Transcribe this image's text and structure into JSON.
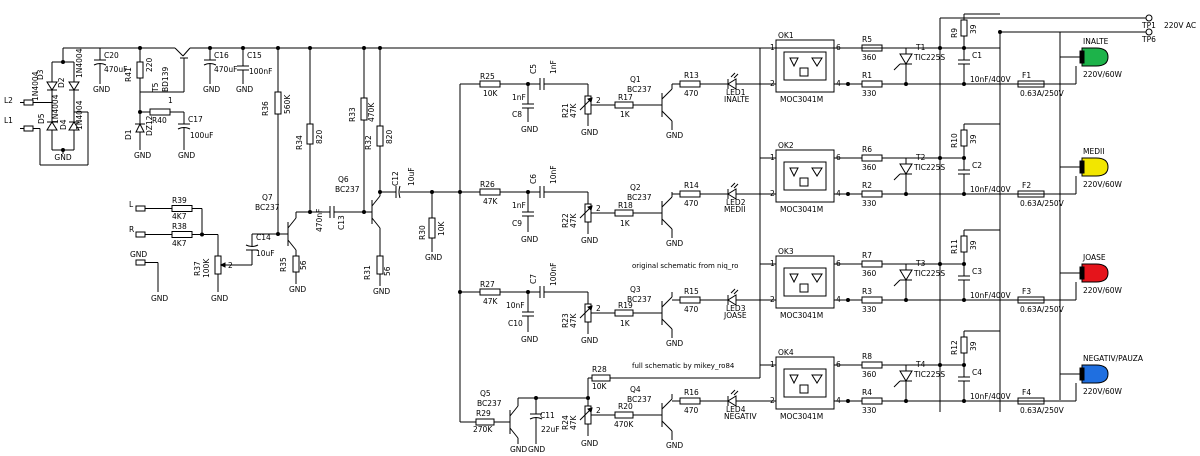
{
  "notes": {
    "n1": "original schematic from niq_ro",
    "n2": "full schematic by mikey_ro84"
  },
  "power": {
    "rail": "220V AC",
    "tp1": "TP1",
    "tp6": "TP6",
    "l1": "L1",
    "l2": "L2",
    "l": "L",
    "r": "R",
    "gnd": "GND"
  },
  "psu": {
    "d3": "D3",
    "d3v": "1N4004",
    "d2": "D2",
    "d2v": "1N4004",
    "d5": "D5",
    "d5v": "1N4004",
    "d4": "D4",
    "d4v": "1N4004",
    "c20": "C20",
    "c20v": "470uF",
    "r41": "R41",
    "r41v": "220",
    "t5": "T5",
    "t5v": "BD139",
    "d1": "D1",
    "d1v": "DZ12",
    "r40": "R40",
    "r40v": "1",
    "c16": "C16",
    "c16v": "470uF",
    "c15": "C15",
    "c15v": "100nF",
    "c17": "C17",
    "c17v": "100uF"
  },
  "input": {
    "r39": "R39",
    "r39v": "4K7",
    "r38": "R38",
    "r38v": "4K7",
    "r37": "R37",
    "r37v": "100K",
    "c14": "C14",
    "c14v": "10uF",
    "r36": "R36",
    "r36v": "560K",
    "q7": "Q7",
    "q7v": "BC237",
    "r35": "R35",
    "r35v": "56",
    "r34": "R34",
    "r34v": "820",
    "c13": "C13",
    "c13v": "470nF",
    "q6": "Q6",
    "q6v": "BC237",
    "r33": "R33",
    "r33v": "470K",
    "r32": "R32",
    "r32v": "820",
    "r31": "R31",
    "r31v": "56",
    "c12": "C12",
    "c12v": "10uF",
    "r30": "R30",
    "r30v": "10K"
  },
  "filters": {
    "r25": "R25",
    "r25v": "10K",
    "c5": "C5",
    "c5v": "1nF",
    "c8": "C8",
    "c8v": "1nF",
    "r21": "R21",
    "r21v": "47K",
    "r17": "R17",
    "r17v": "1K",
    "q1": "Q1",
    "q1v": "BC237",
    "r26": "R26",
    "r26v": "47K",
    "c6": "C6",
    "c6v": "10nF",
    "c9": "C9",
    "c9v": "1nF",
    "r22": "R22",
    "r22v": "47K",
    "r18": "R18",
    "r18v": "1K",
    "q2": "Q2",
    "q2v": "BC237",
    "r27": "R27",
    "r27v": "47K",
    "c7": "C7",
    "c7v": "100nF",
    "c10": "C10",
    "c10v": "10nF",
    "r23": "R23",
    "r23v": "47K",
    "r19": "R19",
    "r19v": "1K",
    "q3": "Q3",
    "q3v": "BC237",
    "q5": "Q5",
    "q5v": "BC237",
    "r29": "R29",
    "r29v": "270K",
    "c11": "C11",
    "c11v": "22uF",
    "r28": "R28",
    "r28v": "10K",
    "r24": "R24",
    "r24v": "47K",
    "r20": "R20",
    "r20v": "470K",
    "q4": "Q4",
    "q4v": "BC237"
  },
  "channels": [
    {
      "r_led": "R13",
      "r_led_v": "470",
      "led": "LED1",
      "led_name": "INALTE",
      "ok": "OK1",
      "ok_v": "MOC3041M",
      "r_a": "R5",
      "r_a_v": "360",
      "r_b": "R1",
      "r_b_v": "330",
      "triac": "T1",
      "triac_v": "TIC225S",
      "r_c": "R9",
      "r_c_v": "39",
      "cap": "C1",
      "cap_v": "10nF/400V",
      "fuse": "F1",
      "fuse_v": "0.63A/250V",
      "lamp_name": "INALTE",
      "lamp_v": "220V/60W",
      "lamp_color": "#1db34a"
    },
    {
      "r_led": "R14",
      "r_led_v": "470",
      "led": "LED2",
      "led_name": "MEDII",
      "ok": "OK2",
      "ok_v": "MOC3041M",
      "r_a": "R6",
      "r_a_v": "360",
      "r_b": "R2",
      "r_b_v": "330",
      "triac": "T2",
      "triac_v": "TIC225S",
      "r_c": "R10",
      "r_c_v": "39",
      "cap": "C2",
      "cap_v": "10nF/400V",
      "fuse": "F2",
      "fuse_v": "0.63A/250V",
      "lamp_name": "MEDII",
      "lamp_v": "220V/60W",
      "lamp_color": "#f2e600"
    },
    {
      "r_led": "R15",
      "r_led_v": "470",
      "led": "LED3",
      "led_name": "JOASE",
      "ok": "OK3",
      "ok_v": "MOC3041M",
      "r_a": "R7",
      "r_a_v": "360",
      "r_b": "R3",
      "r_b_v": "330",
      "triac": "T3",
      "triac_v": "TIC225S",
      "r_c": "R11",
      "r_c_v": "39",
      "cap": "C3",
      "cap_v": "10nF/400V",
      "fuse": "F3",
      "fuse_v": "0.63A/250V",
      "lamp_name": "JOASE",
      "lamp_v": "220V/60W",
      "lamp_color": "#e5141b"
    },
    {
      "r_led": "R16",
      "r_led_v": "470",
      "led": "LED4",
      "led_name": "NEGATIV",
      "ok": "OK4",
      "ok_v": "MOC3041M",
      "r_a": "R8",
      "r_a_v": "360",
      "r_b": "R4",
      "r_b_v": "330",
      "triac": "T4",
      "triac_v": "TIC225S",
      "r_c": "R12",
      "r_c_v": "39",
      "cap": "C4",
      "cap_v": "10nF/400V",
      "fuse": "F4",
      "fuse_v": "0.63A/250V",
      "lamp_name": "NEGATIV/PAUZA",
      "lamp_v": "220V/60W",
      "lamp_color": "#1f6fe0"
    }
  ]
}
